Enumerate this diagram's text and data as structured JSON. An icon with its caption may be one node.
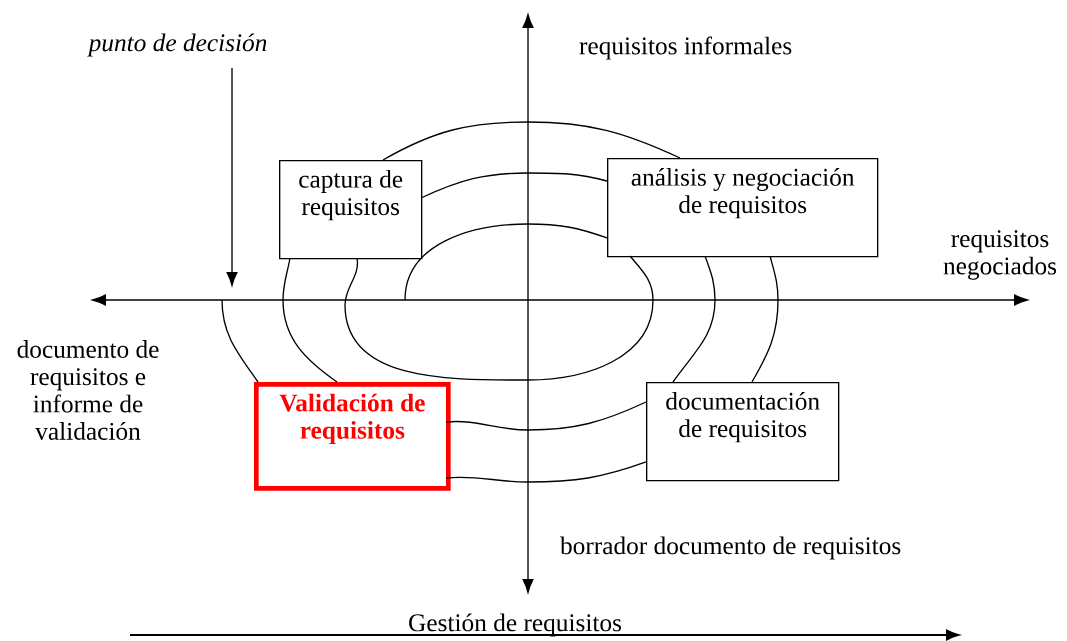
{
  "diagram": {
    "nodes": [
      {
        "text": [
          "punto de decisión"
        ]
      },
      {
        "text": [
          "captura de requisitos"
        ]
      },
      {
        "text": [
          "análisis y negociación de requisitos"
        ]
      },
      {
        "text": [
          "Validación de requisitos"
        ]
      },
      {
        "text": [
          "documentación de requisitos"
        ]
      }
    ],
    "edges": [
      {
        "from": 0,
        "to": null,
        "arrow": "to"
      },
      {
        "from": null,
        "to": 2,
        "arrow": "none"
      },
      {
        "from": 2,
        "to": 1,
        "arrow": "none"
      },
      {
        "from": 1,
        "to": 2,
        "arrow": "none"
      },
      {
        "from": 2,
        "to": 4,
        "arrow": "none"
      },
      {
        "from": 4,
        "to": 3,
        "arrow": "none"
      },
      {
        "from": 3,
        "to": 1,
        "arrow": "none"
      },
      {
        "from": 1,
        "to": 2,
        "arrow": "none"
      },
      {
        "from": 2,
        "to": 4,
        "arrow": "none"
      },
      {
        "from": 4,
        "to": 3,
        "arrow": "none"
      },
      {
        "from": 3,
        "to": null,
        "arrow": "none"
      }
    ],
    "labels": [
      "requisitos informales",
      "requisitos negociados",
      "documento de requisitos e informe de validación",
      "borrador documento de requisitos",
      "Gestión de requisitos"
    ]
  }
}
